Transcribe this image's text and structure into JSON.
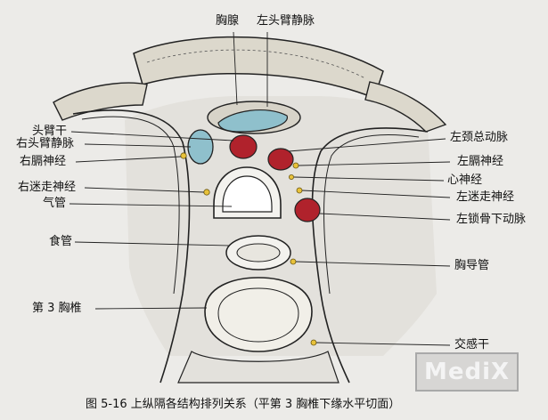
{
  "labels": {
    "thymus": "胸腺",
    "left_brachiocephalic_vein": "左头臂静脉",
    "brachiocephalic_trunk": "头臂干",
    "right_brachiocephalic_vein": "右头臂静脉",
    "right_phrenic_nerve": "右膈神经",
    "right_vagus_nerve": "右迷走神经",
    "trachea": "气管",
    "esophagus": "食管",
    "third_thoracic_vertebra": "第 3 胸椎",
    "left_common_carotid_artery": "左颈总动脉",
    "left_phrenic_nerve": "左膈神经",
    "cardiac_nerve": "心神经",
    "left_vagus_nerve": "左迷走神经",
    "left_subclavian_artery": "左锁骨下动脉",
    "thoracic_duct": "胸导管",
    "sympathetic_trunk": "交感干"
  },
  "caption": "图 5-16   上纵隔各结构排列关系（平第 3 胸椎下缘水平切面）",
  "watermark": "MediX",
  "colors": {
    "artery": "#b0222c",
    "vein": "#8fc0cc",
    "nerve": "#e8c23a",
    "line": "#222222"
  }
}
